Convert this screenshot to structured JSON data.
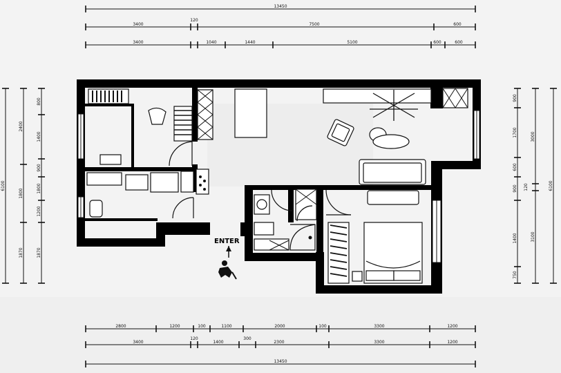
{
  "plan": {
    "entry_label": "ENTER",
    "top_dimensions": {
      "overall": "13450",
      "row2": [
        "3400",
        "120",
        "7500",
        "600"
      ],
      "row3": [
        "3400",
        "1040",
        "1440",
        "5100",
        "600",
        "600"
      ]
    },
    "bottom_dimensions": {
      "row1": [
        "2800",
        "1200",
        "100",
        "1100",
        "2000",
        "100",
        "3300",
        "1200"
      ],
      "row2": [
        "3400",
        "120",
        "1400",
        "300",
        "2300",
        "3300",
        "1200"
      ],
      "overall": "13450"
    },
    "left_dimensions": {
      "overall": "6100",
      "row2": [
        "2400",
        "1800",
        "1870"
      ],
      "row3": [
        "800",
        "1400",
        "900",
        "1800",
        "1200",
        "1870"
      ]
    },
    "right_dimensions": {
      "overall": "6100",
      "row2": [
        "3000",
        "120",
        "3100"
      ],
      "row3": [
        "900",
        "1700",
        "600",
        "900",
        "1400",
        "750"
      ]
    }
  }
}
